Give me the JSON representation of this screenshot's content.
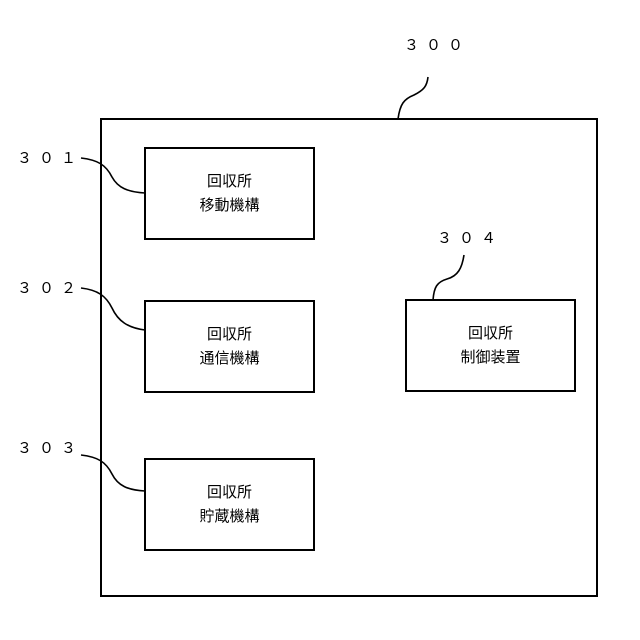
{
  "colors": {
    "line": "#000000",
    "background": "#ffffff"
  },
  "outer": {
    "ref": "３００"
  },
  "blocks": [
    {
      "ref": "３０１",
      "line1": "回収所",
      "line2": "移動機構"
    },
    {
      "ref": "３０２",
      "line1": "回収所",
      "line2": "通信機構"
    },
    {
      "ref": "３０３",
      "line1": "回収所",
      "line2": "貯蔵機構"
    },
    {
      "ref": "３０４",
      "line1": "回収所",
      "line2": "制御装置"
    }
  ]
}
